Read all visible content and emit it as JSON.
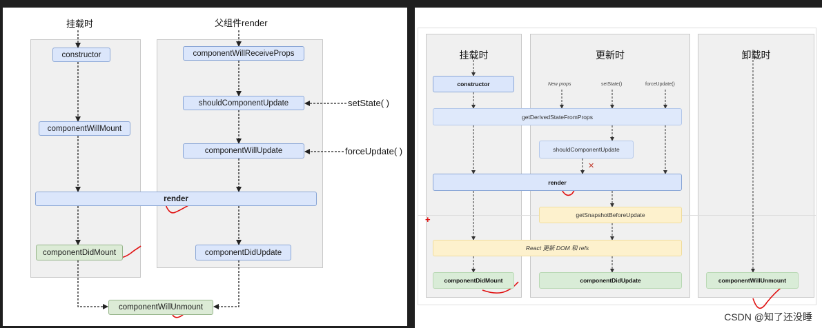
{
  "left": {
    "label_mount": "挂载时",
    "label_parent_render": "父组件render",
    "label_setstate": "setState( )",
    "label_forceupdate": "forceUpdate( )",
    "constructor": "constructor",
    "will_mount": "componentWillMount",
    "render": "render",
    "did_mount": "componentDidMount",
    "will_receive_props": "componentWillReceiveProps",
    "should_update": "shouldComponentUpdate",
    "will_update": "componentWillUpdate",
    "did_update": "componentDidUpdate",
    "will_unmount": "componentWillUnmount"
  },
  "right": {
    "col_mount": "挂载时",
    "col_update": "更新时",
    "col_unmount": "卸载时",
    "new_props": "New props",
    "set_state": "setState()",
    "force_update": "forceUpdate()",
    "constructor": "constructor",
    "get_derived": "getDerivedStateFromProps",
    "should_update": "shouldComponentUpdate",
    "render": "render",
    "get_snapshot": "getSnapshotBeforeUpdate",
    "react_update": "React 更新 DOM 和 refs",
    "did_mount": "componentDidMount",
    "did_update": "componentDidUpdate",
    "will_unmount": "componentWillUnmount",
    "cancel_mark": "✕",
    "plus": "+"
  },
  "watermark": "CSDN @知了还没睡",
  "colors": {
    "annotation": "#e01010",
    "box_blue": "#dbe6fb",
    "box_green": "#dcebd6",
    "box_yellow": "#fdf1cd"
  }
}
